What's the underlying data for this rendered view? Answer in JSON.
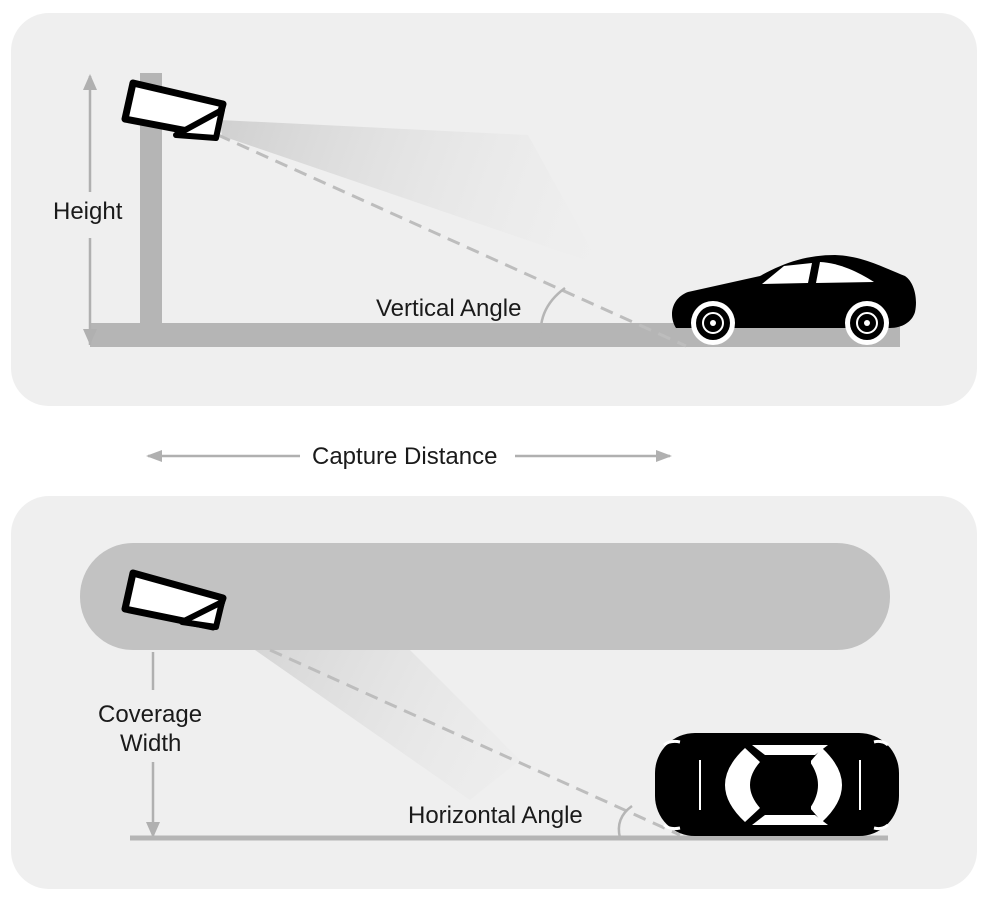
{
  "labels": {
    "height": "Height",
    "vertical_angle": "Vertical Angle",
    "capture_distance": "Capture Distance",
    "coverage_width_line1": "Coverage",
    "coverage_width_line2": "Width",
    "horizontal_angle": "Horizontal Angle"
  },
  "icons": {
    "camera_side": "camera-icon",
    "camera_top": "camera-icon",
    "car_side": "car-side-icon",
    "car_top": "car-top-icon"
  },
  "colors": {
    "panel": "#efefef",
    "ground": "#b5b5b5",
    "road": "#c2c2c2",
    "arrow": "#b0b0b0",
    "dash": "#bdbdbd",
    "ink": "#000000"
  }
}
